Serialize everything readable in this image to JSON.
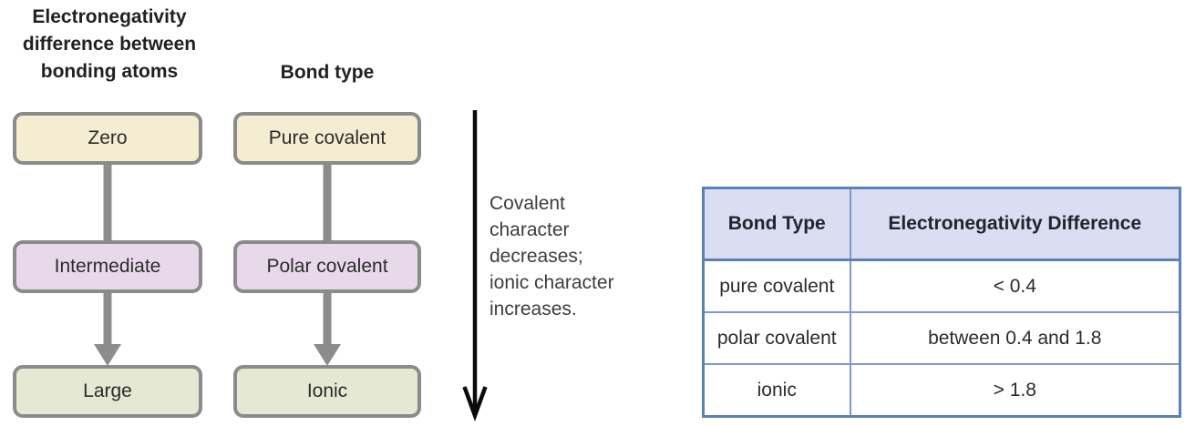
{
  "colors": {
    "cream": "#f4edd2",
    "lilac": "#e8d9ea",
    "sage": "#e5e8d3",
    "box-border": "#8b8b8b",
    "connector-gray": "#8c8c8c",
    "arrow-black": "#0a0a0a",
    "table-border-outer": "#5d80b6",
    "table-border-inner": "#7e9aca",
    "table-header-bg": "#dadef2",
    "text-dark": "#231f20"
  },
  "diagram": {
    "left_header_lines": [
      "Electronegativity",
      "difference between",
      "bonding atoms"
    ],
    "right_header": "Bond type",
    "electronegativity_boxes": [
      {
        "label": "Zero"
      },
      {
        "label": "Intermediate"
      },
      {
        "label": "Large"
      }
    ],
    "bond_type_boxes": [
      {
        "label": "Pure covalent"
      },
      {
        "label": "Polar covalent"
      },
      {
        "label": "Ionic"
      }
    ],
    "trend_caption_lines": [
      "Covalent",
      "character",
      "decreases;",
      "ionic character",
      "increases."
    ]
  },
  "table": {
    "headers": [
      "Bond Type",
      "Electronegativity Difference"
    ],
    "rows": [
      [
        "pure covalent",
        "< 0.4"
      ],
      [
        "polar covalent",
        "between 0.4 and 1.8"
      ],
      [
        "ionic",
        "> 1.8"
      ]
    ]
  }
}
